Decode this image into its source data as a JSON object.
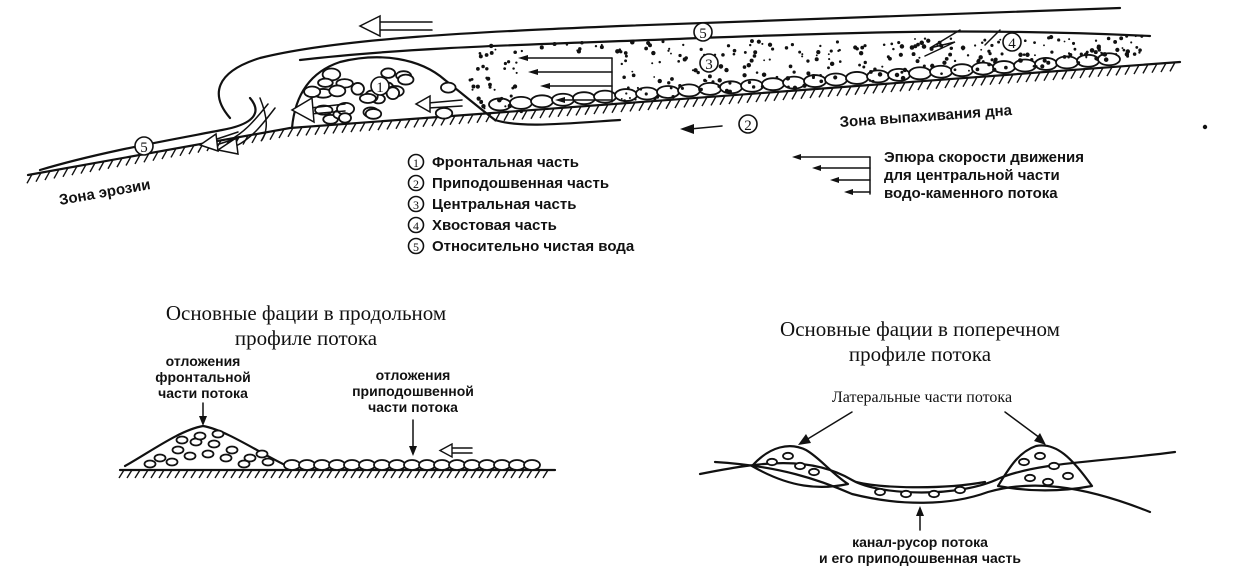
{
  "main_diagram": {
    "zone_erosion": "Зона эрозии",
    "zone_plowing": "Зона выпахивания дна",
    "markers": [
      "1",
      "2",
      "3",
      "4",
      "5"
    ],
    "legend": [
      {
        "num": "1",
        "label": "Фронтальная часть"
      },
      {
        "num": "2",
        "label": "Приподошвенная часть"
      },
      {
        "num": "3",
        "label": "Центральная часть"
      },
      {
        "num": "4",
        "label": "Хвостовая часть"
      },
      {
        "num": "5",
        "label": "Относительно чистая вода"
      }
    ],
    "velocity_legend": [
      "Эпюра скорости движения",
      "для центральной части",
      "водо-каменного потока"
    ]
  },
  "longitudinal": {
    "title": [
      "Основные фации в продольном",
      "профиле потока"
    ],
    "front_label": [
      "отложения",
      "фронтальной",
      "части потока"
    ],
    "base_label": [
      "отложения",
      "приподошвенной",
      "части потока"
    ]
  },
  "transverse": {
    "title": [
      "Основные фации в поперечном",
      "профиле потока"
    ],
    "lateral_label": "Латеральные части потока",
    "channel_label": [
      "канал-русор потока",
      "и его приподошвенная часть"
    ]
  }
}
